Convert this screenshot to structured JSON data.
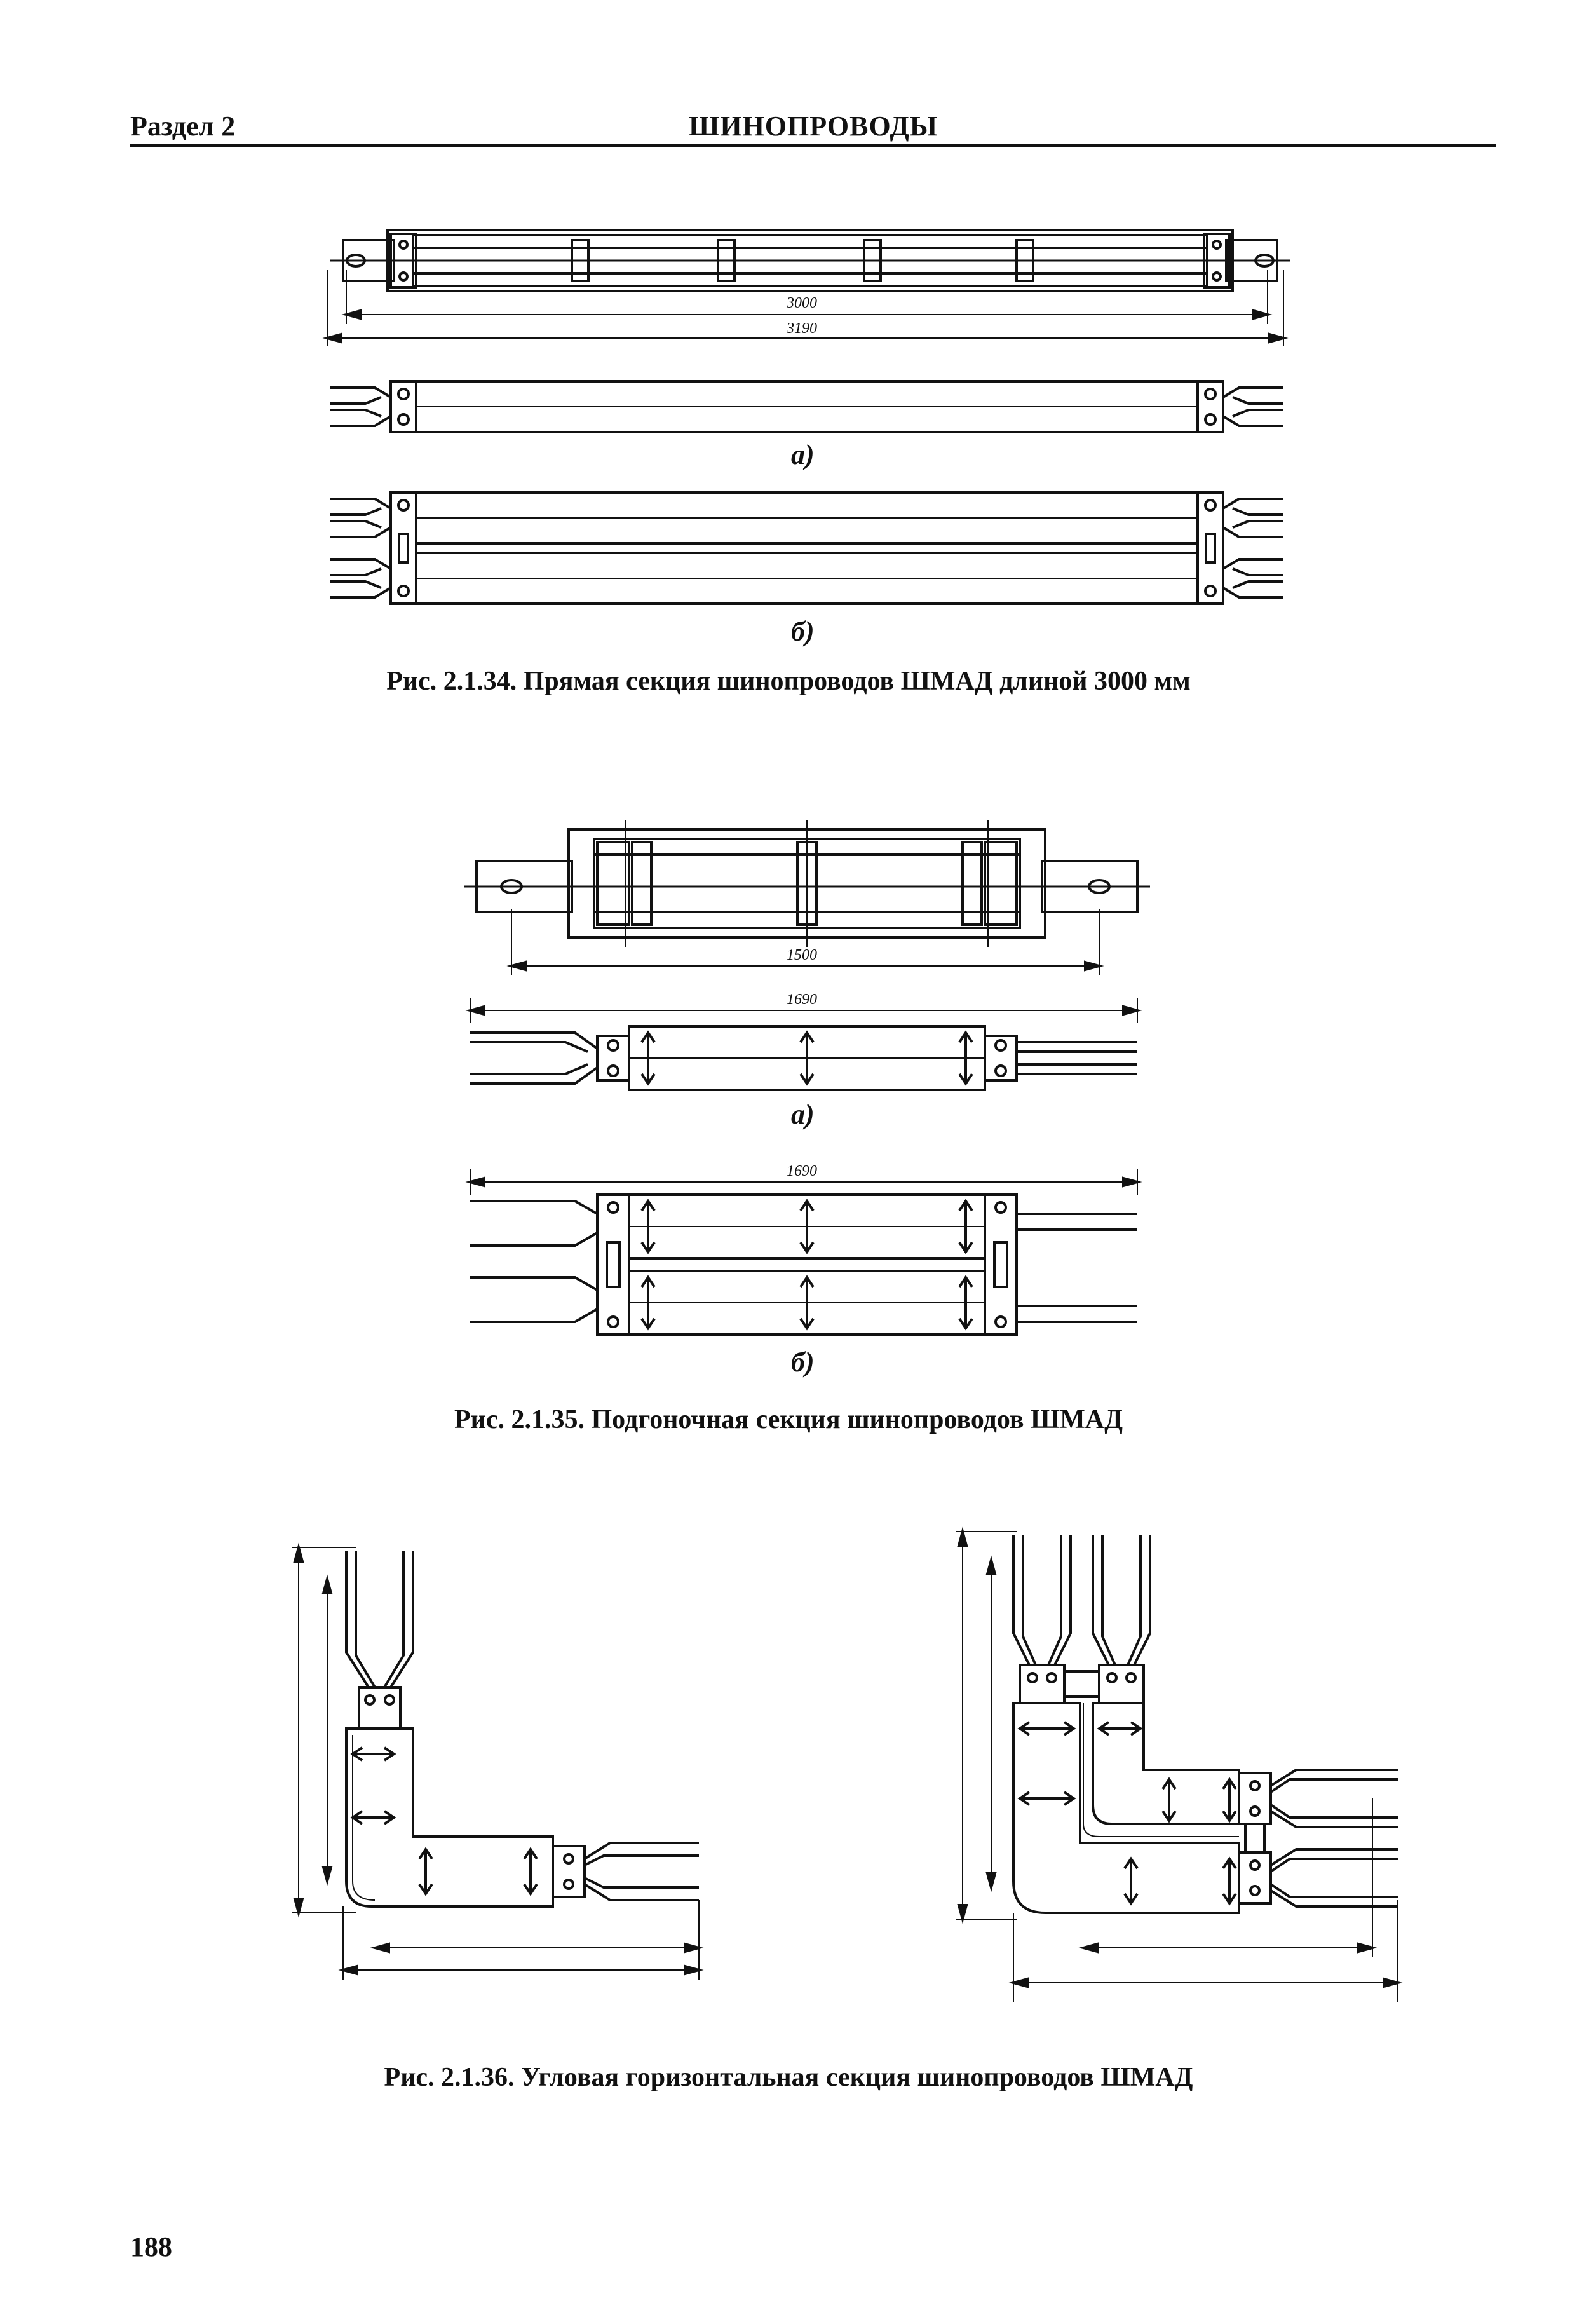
{
  "header": {
    "section": "Раздел 2",
    "title": "ШИНОПРОВОДЫ"
  },
  "figure1": {
    "dim_inner": "3000",
    "dim_outer": "3190",
    "label_a": "а)",
    "label_b": "б)",
    "caption": "Рис. 2.1.34. Прямая секция шинопроводов ШМАД длиной 3000 мм"
  },
  "figure2": {
    "dim_top": "1500",
    "dim_a": "1690",
    "dim_b": "1690",
    "label_a": "а)",
    "label_b": "б)",
    "caption": "Рис. 2.1.35. Подгоночная секция шинопроводов ШМАД"
  },
  "figure3": {
    "caption": "Рис. 2.1.36. Угловая горизонтальная секция шинопроводов ШМАД"
  },
  "page_number": "188"
}
